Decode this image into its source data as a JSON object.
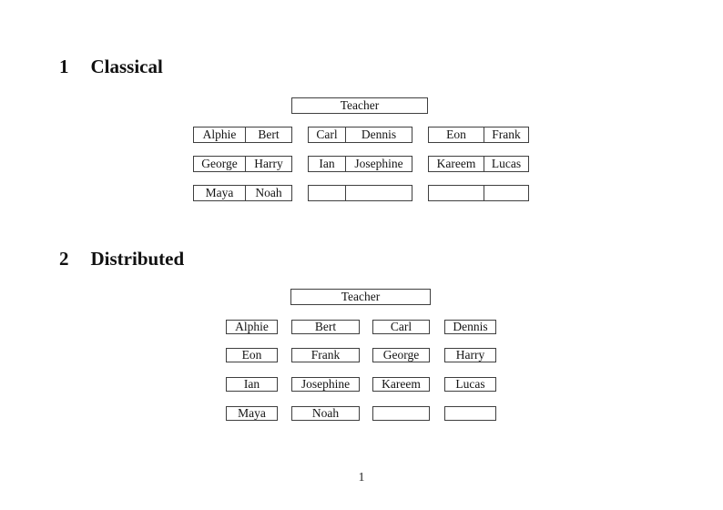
{
  "document": {
    "page_number": "1"
  },
  "sections": [
    {
      "number": "1",
      "title": "Classical",
      "teacher_label": "Teacher",
      "rows": [
        [
          [
            "Alphie",
            "Bert"
          ],
          [
            "Carl",
            "Dennis"
          ],
          [
            "Eon",
            "Frank"
          ]
        ],
        [
          [
            "George",
            "Harry"
          ],
          [
            "Ian",
            "Josephine"
          ],
          [
            "Kareem",
            "Lucas"
          ]
        ],
        [
          [
            "Maya",
            "Noah"
          ],
          [
            "",
            ""
          ],
          [
            "",
            ""
          ]
        ]
      ]
    },
    {
      "number": "2",
      "title": "Distributed",
      "teacher_label": "Teacher",
      "rows": [
        [
          [
            "Alphie"
          ],
          [
            "Bert"
          ],
          [
            "Carl"
          ],
          [
            "Dennis"
          ]
        ],
        [
          [
            "Eon"
          ],
          [
            "Frank"
          ],
          [
            "George"
          ],
          [
            "Harry"
          ]
        ],
        [
          [
            "Ian"
          ],
          [
            "Josephine"
          ],
          [
            "Kareem"
          ],
          [
            "Lucas"
          ]
        ],
        [
          [
            "Maya"
          ],
          [
            "Noah"
          ],
          [
            ""
          ],
          [
            ""
          ]
        ]
      ]
    }
  ]
}
